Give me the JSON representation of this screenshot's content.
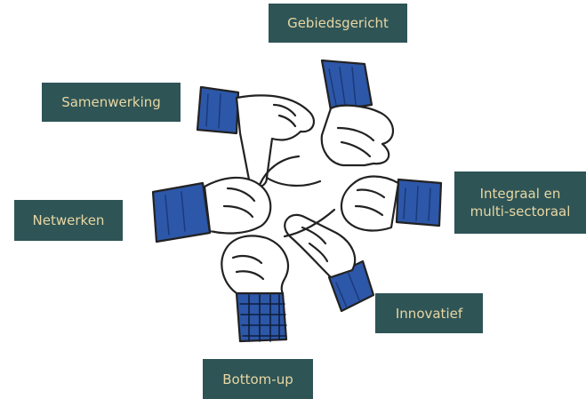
{
  "labels": {
    "gebiedsgericht": "Gebiedsgericht",
    "samenwerking": "Samenwerking",
    "netwerken": "Netwerken",
    "integraal": "Integraal en\nmulti-sectoraal",
    "innovatief": "Innovatief",
    "bottom_up": "Bottom-up"
  },
  "colors": {
    "label_background": "#2e5456",
    "label_text": "#e8d7a2",
    "sleeve_blue": "#2d57a8",
    "outline": "#222222"
  },
  "icons": {
    "central_image": "linked-hands-illustration"
  }
}
